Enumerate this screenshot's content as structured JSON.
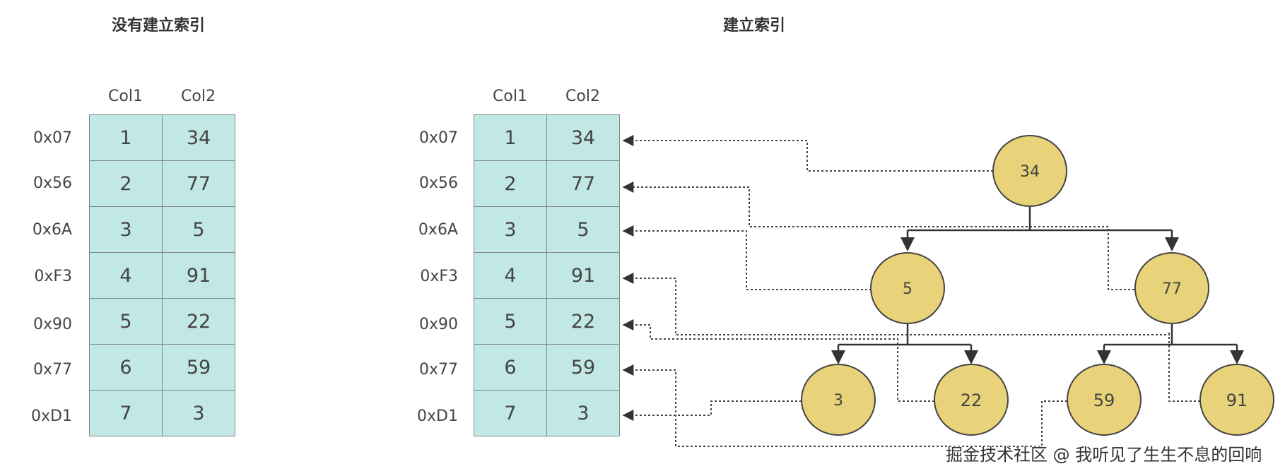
{
  "titles": {
    "left": "没有建立索引",
    "right": "建立索引"
  },
  "columns": [
    "Col1",
    "Col2"
  ],
  "rows": [
    {
      "addr": "0x07",
      "col1": "1",
      "col2": "34"
    },
    {
      "addr": "0x56",
      "col1": "2",
      "col2": "77"
    },
    {
      "addr": "0x6A",
      "col1": "3",
      "col2": "5"
    },
    {
      "addr": "0xF3",
      "col1": "4",
      "col2": "91"
    },
    {
      "addr": "0x90",
      "col1": "5",
      "col2": "22"
    },
    {
      "addr": "0x77",
      "col1": "6",
      "col2": "59"
    },
    {
      "addr": "0xD1",
      "col1": "7",
      "col2": "3"
    }
  ],
  "tree": {
    "root": "34",
    "level1": [
      "5",
      "77"
    ],
    "level2": [
      "3",
      "22",
      "59",
      "91"
    ]
  },
  "colors": {
    "cell": "#c2e8e6",
    "node": "#e8d37a",
    "line": "#333333"
  },
  "watermark": "掘金技术社区 @ 我听见了生生不息的回响"
}
